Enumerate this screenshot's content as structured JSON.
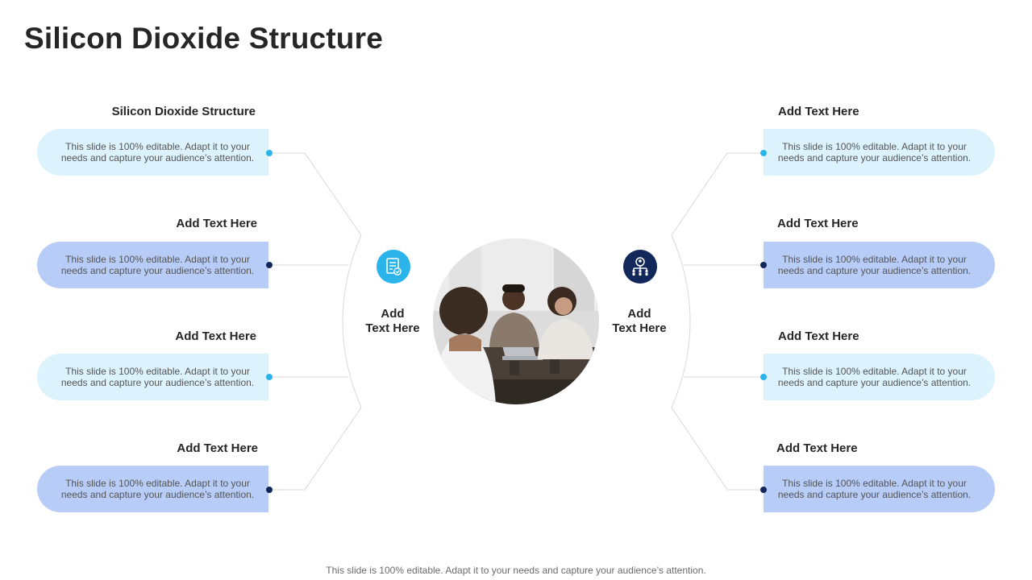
{
  "slide": {
    "title": "Silicon Dioxide Structure",
    "footer": "This slide is 100% editable. Adapt it to your needs and capture your audience’s attention."
  },
  "colors": {
    "light_pill": "#dcf2fd",
    "blue_pill": "#b7ccf6",
    "cyan_accent": "#2bb4ea",
    "navy_accent": "#12285a"
  },
  "left_items": [
    {
      "heading": "Silicon Dioxide Structure",
      "text": "This slide is 100% editable. Adapt it to your needs and capture your audience’s attention."
    },
    {
      "heading": "Add  Text Here",
      "text": "This slide is 100% editable. Adapt it to your needs and capture your audience’s attention."
    },
    {
      "heading": "Add  Text Here",
      "text": "This slide is 100% editable. Adapt it to your needs and capture your audience’s attention."
    },
    {
      "heading": "Add  Text Here",
      "text": "This slide is 100% editable. Adapt it to your needs and capture your audience’s attention."
    }
  ],
  "right_items": [
    {
      "heading": "Add  Text Here",
      "text": "This slide is 100% editable. Adapt it to your needs and capture your audience’s attention."
    },
    {
      "heading": "Add  Text Here",
      "text": "This slide is 100% editable. Adapt it to your needs and capture your audience’s attention."
    },
    {
      "heading": "Add  Text Here",
      "text": "This slide is 100% editable. Adapt it to your needs and capture your audience’s attention."
    },
    {
      "heading": "Add  Text Here",
      "text": "This slide is 100% editable. Adapt it to your needs and capture your audience’s attention."
    }
  ],
  "center": {
    "left": {
      "line1": "Add",
      "line2": "Text Here",
      "icon": "checklist-icon"
    },
    "right": {
      "line1": "Add",
      "line2": "Text Here",
      "icon": "organization-chart-icon"
    },
    "photo": "team-meeting-photo"
  }
}
